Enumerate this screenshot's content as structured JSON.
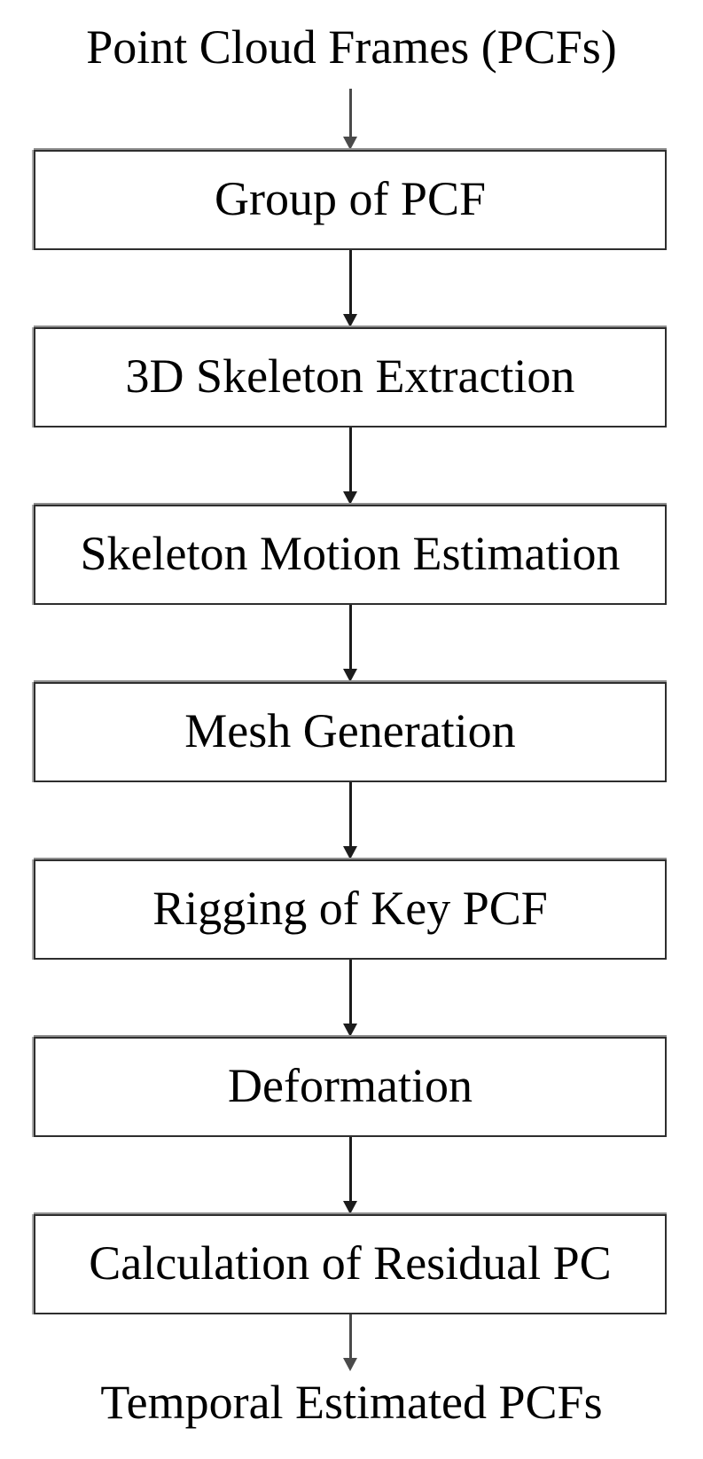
{
  "figure": {
    "source_label": "Point Cloud Frames (PCFs)",
    "sink_label": "Temporal Estimated PCFs",
    "steps": [
      {
        "label": "Group of PCF"
      },
      {
        "label": "3D Skeleton Extraction"
      },
      {
        "label": "Skeleton Motion Estimation"
      },
      {
        "label": "Mesh Generation"
      },
      {
        "label": "Rigging of Key PCF"
      },
      {
        "label": "Deformation"
      },
      {
        "label": "Calculation of Residual PC"
      }
    ],
    "arrows": [
      {
        "from": "source-label",
        "to": "step-0",
        "tone": "gray"
      },
      {
        "from": "step-0",
        "to": "step-1",
        "tone": "dark"
      },
      {
        "from": "step-1",
        "to": "step-2",
        "tone": "dark"
      },
      {
        "from": "step-2",
        "to": "step-3",
        "tone": "dark"
      },
      {
        "from": "step-3",
        "to": "step-4",
        "tone": "dark"
      },
      {
        "from": "step-4",
        "to": "step-5",
        "tone": "dark"
      },
      {
        "from": "step-5",
        "to": "step-6",
        "tone": "dark"
      },
      {
        "from": "step-6",
        "to": "sink-label",
        "tone": "gray"
      }
    ],
    "theme": {
      "background": "#ffffff",
      "box_border": "#2e2e2e",
      "box_fill": "#ffffff",
      "text_color": "#000000",
      "arrow_dark": "#1c1c1c",
      "arrow_gray": "#4a4a4a"
    }
  }
}
